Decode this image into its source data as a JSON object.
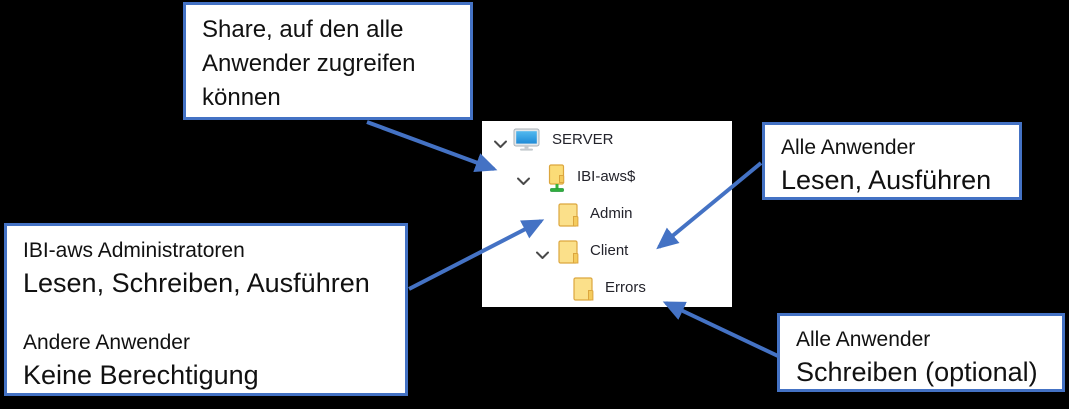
{
  "colors": {
    "background": "#000000",
    "accent_blue": "#4472C4",
    "panel_white": "#FFFFFF",
    "folder_yellow": "#FBDC77",
    "folder_outline": "#DCA63E",
    "screen_blue": "#36A9E9",
    "stand_green": "#3CB33C"
  },
  "callouts": {
    "share": {
      "text": "Share, auf den alle Anwender zugreifen können"
    },
    "read_execute": {
      "group": "Alle Anwender",
      "permission": "Lesen, Ausführen"
    },
    "admins": {
      "group1": "IBI-aws Administratoren",
      "permission1": "Lesen, Schreiben, Ausführen",
      "group2": "Andere Anwender",
      "permission2": "Keine Berechtigung"
    },
    "write_optional": {
      "group": "Alle Anwender",
      "permission": "Schreiben (optional)"
    }
  },
  "tree": {
    "items": [
      {
        "label": "SERVER",
        "icon": "computer-icon",
        "expanded": true
      },
      {
        "label": "IBI-aws$",
        "icon": "shared-folder-icon",
        "expanded": true
      },
      {
        "label": "Admin",
        "icon": "folder-icon",
        "expanded": false
      },
      {
        "label": "Client",
        "icon": "folder-icon",
        "expanded": true
      },
      {
        "label": "Errors",
        "icon": "folder-icon",
        "expanded": false
      }
    ]
  }
}
